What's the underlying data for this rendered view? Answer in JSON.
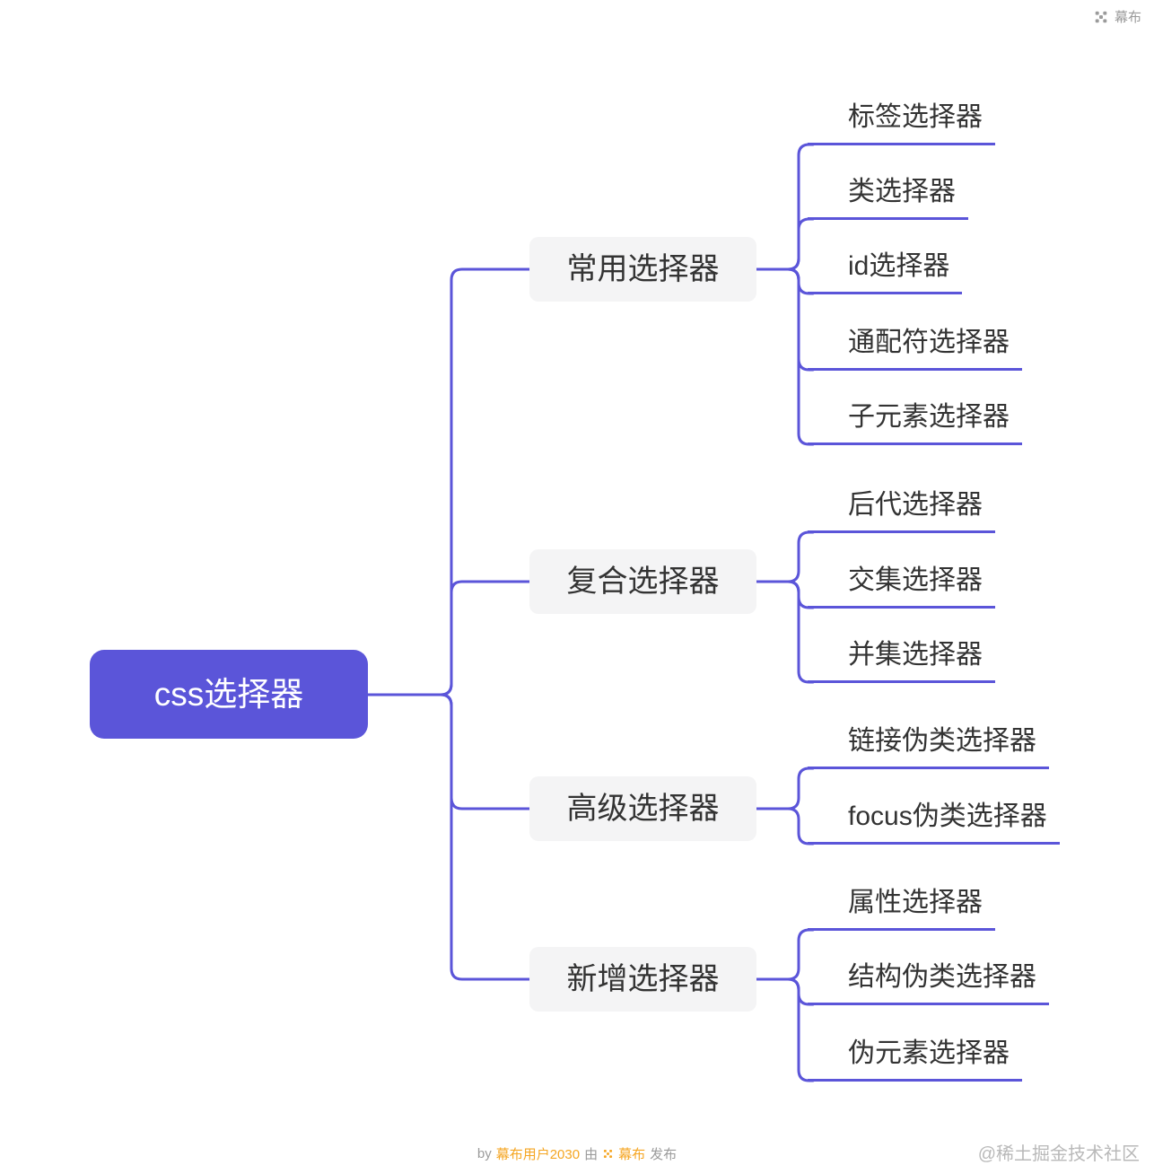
{
  "header": {
    "brand": "幕布"
  },
  "mindmap": {
    "root": {
      "label": "css选择器"
    },
    "branches": [
      {
        "label": "常用选择器",
        "children": [
          {
            "label": "标签选择器"
          },
          {
            "label": "类选择器"
          },
          {
            "label": "id选择器"
          },
          {
            "label": "通配符选择器"
          },
          {
            "label": "子元素选择器"
          }
        ]
      },
      {
        "label": "复合选择器",
        "children": [
          {
            "label": "后代选择器"
          },
          {
            "label": "交集选择器"
          },
          {
            "label": "并集选择器"
          }
        ]
      },
      {
        "label": "高级选择器",
        "children": [
          {
            "label": "链接伪类选择器"
          },
          {
            "label": "focus伪类选择器"
          }
        ]
      },
      {
        "label": "新增选择器",
        "children": [
          {
            "label": "属性选择器"
          },
          {
            "label": "结构伪类选择器"
          },
          {
            "label": "伪元素选择器"
          }
        ]
      }
    ]
  },
  "footer": {
    "by_label": "by",
    "author": "幕布用户2030",
    "via_label": "由",
    "platform": "幕布",
    "publish_label": "发布"
  },
  "watermark": "@稀土掘金技术社区",
  "colors": {
    "accent": "#5B55D9",
    "branch_bg": "#F4F4F5",
    "text": "#333333"
  }
}
